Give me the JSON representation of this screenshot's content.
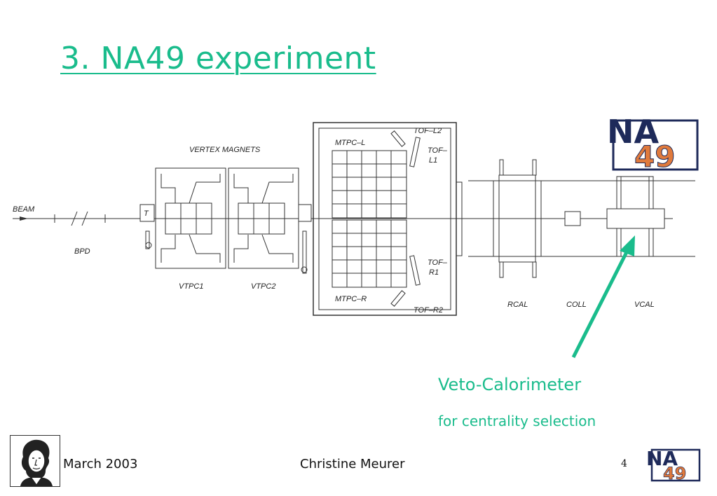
{
  "slide": {
    "title": "3. NA49 experiment",
    "page_number": "4"
  },
  "diagram": {
    "labels": {
      "beam": "BEAM",
      "bpd": "BPD",
      "vertex_magnets": "VERTEX  MAGNETS",
      "target": "T",
      "vtpc1": "VTPC1",
      "vtpc2": "VTPC2",
      "mtpc_l": "MTPC–L",
      "mtpc_r": "MTPC–R",
      "tof_l2": "TOF–L2",
      "tof_l1_a": "TOF–",
      "tof_l1_b": "L1",
      "tof_r1_a": "TOF–",
      "tof_r1_b": "R1",
      "tof_r2": "TOF–R2",
      "rcal": "RCAL",
      "coll": "COLL",
      "vcal": "VCAL"
    }
  },
  "logo": {
    "text_top": "NA",
    "text_bottom": "49"
  },
  "annotation": {
    "title": "Veto-Calorimeter",
    "subtitle": "for centrality selection"
  },
  "footer": {
    "date": "March 2003",
    "author": "Christine Meurer"
  },
  "colors": {
    "accent": "#1abc8c",
    "logo_navy": "#1e2a5a",
    "logo_orange": "#e07a3c"
  }
}
